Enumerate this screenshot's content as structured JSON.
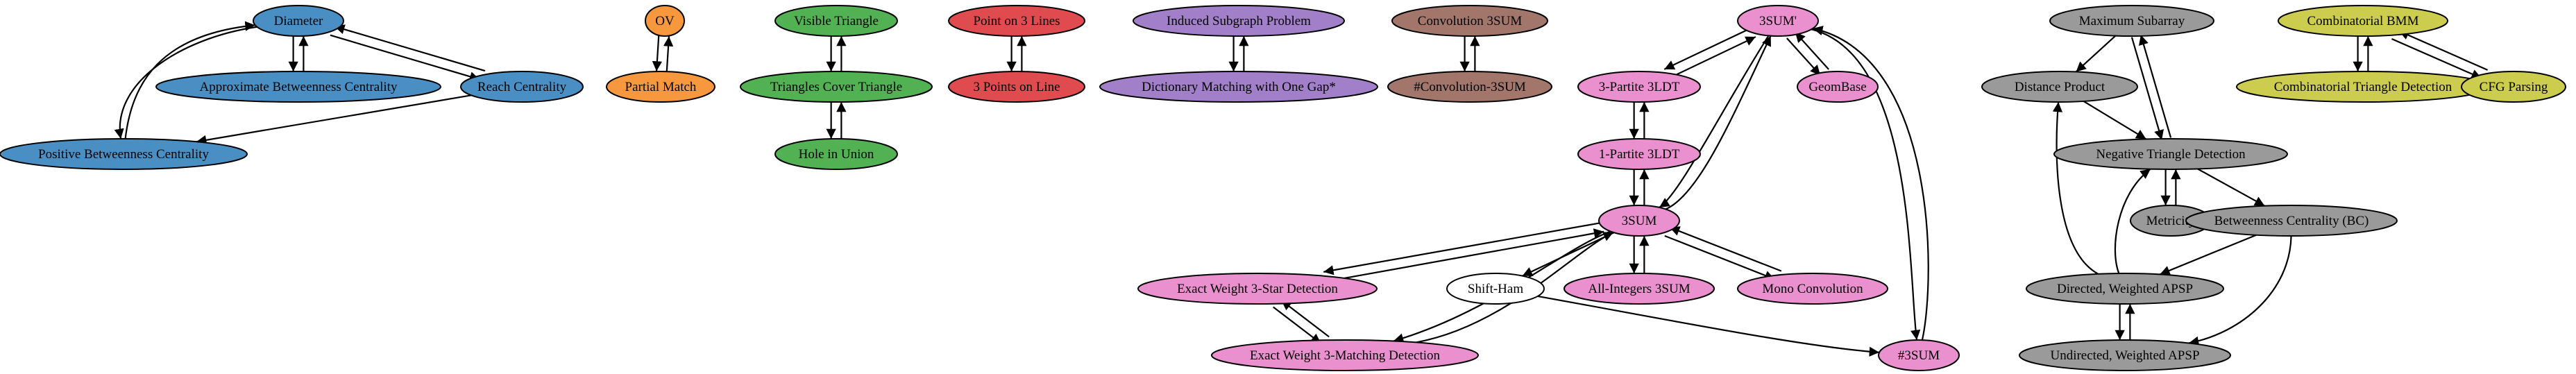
{
  "colors": {
    "blue": "#4a8fc3",
    "orange": "#f7973e",
    "green": "#52b152",
    "red": "#df4b4e",
    "purple": "#a27fc9",
    "brown": "#a3766c",
    "pink": "#ea90cf",
    "gray": "#9a9a9a",
    "olive": "#cccc4f",
    "white": "#ffffff"
  },
  "nodes": [
    {
      "id": "diameter",
      "label": "Diameter",
      "color": "blue"
    },
    {
      "id": "approx-bc",
      "label": "Approximate Betweenness Centrality",
      "color": "blue"
    },
    {
      "id": "reach",
      "label": "Reach Centrality",
      "color": "blue"
    },
    {
      "id": "pos-bc",
      "label": "Positive Betweenness Centrality",
      "color": "blue"
    },
    {
      "id": "ov",
      "label": "OV",
      "color": "orange"
    },
    {
      "id": "partial-match",
      "label": "Partial Match",
      "color": "orange"
    },
    {
      "id": "visible-triangle",
      "label": "Visible Triangle",
      "color": "green"
    },
    {
      "id": "triangles-cover",
      "label": "Triangles Cover Triangle",
      "color": "green"
    },
    {
      "id": "hole-in-union",
      "label": "Hole in Union",
      "color": "green"
    },
    {
      "id": "point-on-3-lines",
      "label": "Point on 3 Lines",
      "color": "red"
    },
    {
      "id": "3-points-on-line",
      "label": "3 Points on Line",
      "color": "red"
    },
    {
      "id": "induced-subgraph",
      "label": "Induced Subgraph Problem",
      "color": "purple"
    },
    {
      "id": "dict-matching",
      "label": "Dictionary Matching with One Gap*",
      "color": "purple"
    },
    {
      "id": "convolution-3sum",
      "label": "Convolution 3SUM",
      "color": "brown"
    },
    {
      "id": "count-convolution-3sum",
      "label": "#Convolution-3SUM",
      "color": "brown"
    },
    {
      "id": "3sum-prime",
      "label": "3SUM'",
      "color": "pink"
    },
    {
      "id": "3-partite-3ldt",
      "label": "3-Partite 3LDT",
      "color": "pink"
    },
    {
      "id": "geombase",
      "label": "GeomBase",
      "color": "pink"
    },
    {
      "id": "1-partite-3ldt",
      "label": "1-Partite 3LDT",
      "color": "pink"
    },
    {
      "id": "3sum",
      "label": "3SUM",
      "color": "pink"
    },
    {
      "id": "exact-3-star",
      "label": "Exact Weight 3-Star Detection",
      "color": "pink"
    },
    {
      "id": "shift-ham",
      "label": "Shift-Ham",
      "color": "white"
    },
    {
      "id": "all-integers-3sum",
      "label": "All-Integers 3SUM",
      "color": "pink"
    },
    {
      "id": "mono-convolution",
      "label": "Mono Convolution",
      "color": "pink"
    },
    {
      "id": "exact-3-matching",
      "label": "Exact Weight 3-Matching Detection",
      "color": "pink"
    },
    {
      "id": "count-3sum",
      "label": "#3SUM",
      "color": "pink"
    },
    {
      "id": "max-subarray",
      "label": "Maximum Subarray",
      "color": "gray"
    },
    {
      "id": "distance-product",
      "label": "Distance Product",
      "color": "gray"
    },
    {
      "id": "neg-triangle",
      "label": "Negative Triangle Detection",
      "color": "gray"
    },
    {
      "id": "metricity",
      "label": "Metricity",
      "color": "gray"
    },
    {
      "id": "bc",
      "label": "Betweenness Centrality (BC)",
      "color": "gray"
    },
    {
      "id": "directed-apsp",
      "label": "Directed, Weighted APSP",
      "color": "gray"
    },
    {
      "id": "undirected-apsp",
      "label": "Undirected, Weighted APSP",
      "color": "gray"
    },
    {
      "id": "comb-bmm",
      "label": "Combinatorial BMM",
      "color": "olive"
    },
    {
      "id": "comb-triangle",
      "label": "Combinatorial Triangle Detection",
      "color": "olive"
    },
    {
      "id": "cfg-parsing",
      "label": "CFG Parsing",
      "color": "olive"
    }
  ],
  "edges": [
    {
      "from": "diameter",
      "to": "approx-bc"
    },
    {
      "from": "approx-bc",
      "to": "diameter"
    },
    {
      "from": "diameter",
      "to": "reach"
    },
    {
      "from": "reach",
      "to": "diameter"
    },
    {
      "from": "diameter",
      "to": "pos-bc"
    },
    {
      "from": "pos-bc",
      "to": "diameter"
    },
    {
      "from": "reach",
      "to": "pos-bc"
    },
    {
      "from": "ov",
      "to": "partial-match"
    },
    {
      "from": "partial-match",
      "to": "ov"
    },
    {
      "from": "visible-triangle",
      "to": "triangles-cover"
    },
    {
      "from": "triangles-cover",
      "to": "visible-triangle"
    },
    {
      "from": "triangles-cover",
      "to": "hole-in-union"
    },
    {
      "from": "hole-in-union",
      "to": "triangles-cover"
    },
    {
      "from": "point-on-3-lines",
      "to": "3-points-on-line"
    },
    {
      "from": "3-points-on-line",
      "to": "point-on-3-lines"
    },
    {
      "from": "induced-subgraph",
      "to": "dict-matching"
    },
    {
      "from": "dict-matching",
      "to": "induced-subgraph"
    },
    {
      "from": "convolution-3sum",
      "to": "count-convolution-3sum"
    },
    {
      "from": "count-convolution-3sum",
      "to": "convolution-3sum"
    },
    {
      "from": "3sum-prime",
      "to": "3-partite-3ldt"
    },
    {
      "from": "3-partite-3ldt",
      "to": "3sum-prime"
    },
    {
      "from": "3sum-prime",
      "to": "geombase"
    },
    {
      "from": "geombase",
      "to": "3sum-prime"
    },
    {
      "from": "3-partite-3ldt",
      "to": "1-partite-3ldt"
    },
    {
      "from": "1-partite-3ldt",
      "to": "3-partite-3ldt"
    },
    {
      "from": "1-partite-3ldt",
      "to": "3sum"
    },
    {
      "from": "3sum",
      "to": "1-partite-3ldt"
    },
    {
      "from": "3sum-prime",
      "to": "3sum"
    },
    {
      "from": "3sum",
      "to": "3sum-prime"
    },
    {
      "from": "3sum-prime",
      "to": "count-3sum"
    },
    {
      "from": "count-3sum",
      "to": "3sum-prime"
    },
    {
      "from": "3sum",
      "to": "exact-3-star"
    },
    {
      "from": "exact-3-star",
      "to": "3sum"
    },
    {
      "from": "3sum",
      "to": "exact-3-matching"
    },
    {
      "from": "exact-3-matching",
      "to": "3sum"
    },
    {
      "from": "exact-3-star",
      "to": "exact-3-matching"
    },
    {
      "from": "exact-3-matching",
      "to": "exact-3-star"
    },
    {
      "from": "3sum",
      "to": "shift-ham"
    },
    {
      "from": "3sum",
      "to": "all-integers-3sum"
    },
    {
      "from": "all-integers-3sum",
      "to": "3sum"
    },
    {
      "from": "3sum",
      "to": "mono-convolution"
    },
    {
      "from": "mono-convolution",
      "to": "3sum"
    },
    {
      "from": "shift-ham",
      "to": "count-3sum"
    },
    {
      "from": "max-subarray",
      "to": "distance-product"
    },
    {
      "from": "max-subarray",
      "to": "neg-triangle"
    },
    {
      "from": "neg-triangle",
      "to": "max-subarray"
    },
    {
      "from": "distance-product",
      "to": "neg-triangle"
    },
    {
      "from": "neg-triangle",
      "to": "metricity"
    },
    {
      "from": "metricity",
      "to": "neg-triangle"
    },
    {
      "from": "neg-triangle",
      "to": "bc"
    },
    {
      "from": "bc",
      "to": "directed-apsp"
    },
    {
      "from": "bc",
      "to": "undirected-apsp"
    },
    {
      "from": "directed-apsp",
      "to": "distance-product"
    },
    {
      "from": "directed-apsp",
      "to": "neg-triangle"
    },
    {
      "from": "directed-apsp",
      "to": "undirected-apsp"
    },
    {
      "from": "undirected-apsp",
      "to": "directed-apsp"
    },
    {
      "from": "comb-bmm",
      "to": "comb-triangle"
    },
    {
      "from": "comb-triangle",
      "to": "comb-bmm"
    },
    {
      "from": "comb-bmm",
      "to": "cfg-parsing"
    },
    {
      "from": "cfg-parsing",
      "to": "comb-bmm"
    }
  ]
}
